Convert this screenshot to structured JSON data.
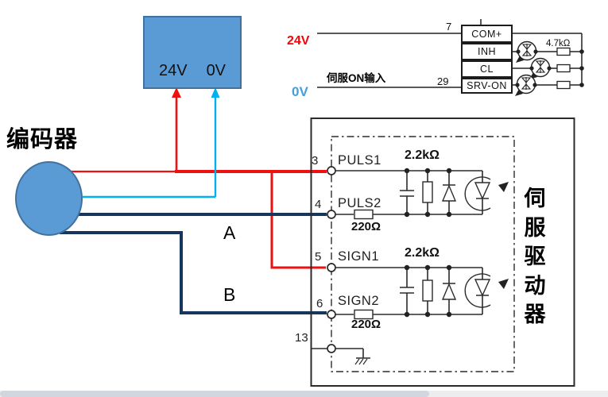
{
  "colors": {
    "device_fill": "#5b9bd5",
    "device_border": "#41719c",
    "wire_red": "#ee1111",
    "wire_cyan": "#00b0f0",
    "wire_navy": "#17365d",
    "circuit_line": "#2b2b2b",
    "label_24v": "#fb0207",
    "label_0v": "#42a0dc"
  },
  "encoder": {
    "label": "编码器"
  },
  "power_box": {
    "v24": "24V",
    "v0": "0V"
  },
  "wires": {
    "label_a": "A",
    "label_b": "B"
  },
  "control_block": {
    "supply_24v": "24V",
    "supply_0v": "0V",
    "servo_on_input": "伺服ON输入",
    "pin_7": "7",
    "pin_29": "29",
    "pullup_resistor": "4.7kΩ",
    "rows": [
      {
        "label": "COM+"
      },
      {
        "label": "INH"
      },
      {
        "label": "CL"
      },
      {
        "label": "SRV-ON"
      }
    ]
  },
  "servo_drive": {
    "title_chars": [
      "伺",
      "服",
      "驱",
      "动",
      "器"
    ],
    "pins": [
      {
        "no": "3",
        "name": "PULS1",
        "resistor": "2.2kΩ"
      },
      {
        "no": "4",
        "name": "PULS2",
        "resistor": "220Ω"
      },
      {
        "no": "5",
        "name": "SIGN1",
        "resistor": "2.2kΩ"
      },
      {
        "no": "6",
        "name": "SIGN2",
        "resistor": "220Ω"
      },
      {
        "no": "13"
      }
    ]
  }
}
